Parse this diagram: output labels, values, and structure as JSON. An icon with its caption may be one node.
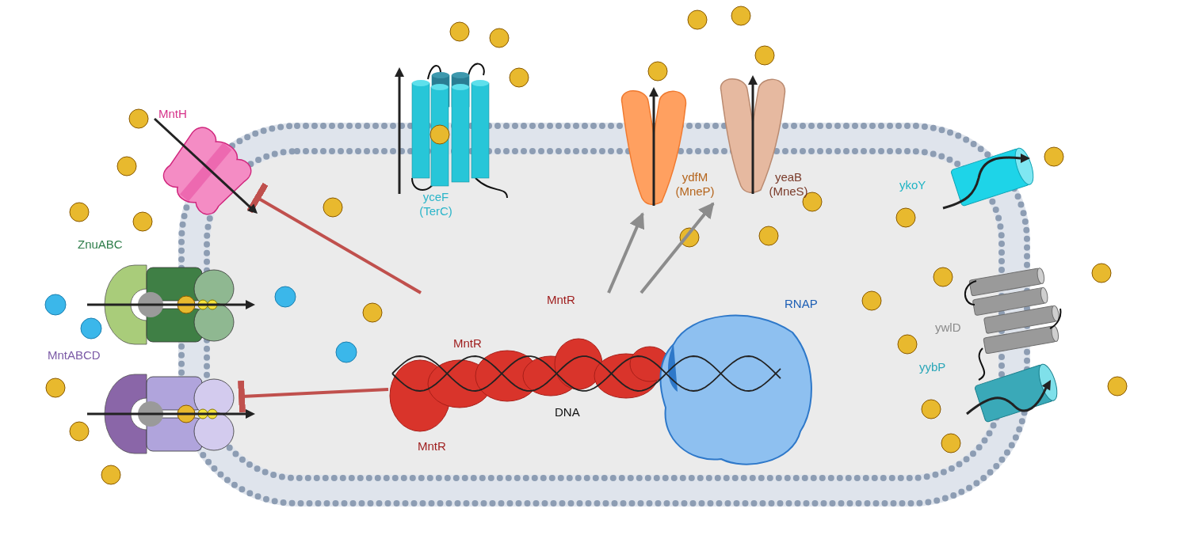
{
  "diagram": {
    "nodes": [
      {
        "text": [
          "MntH"
        ]
      },
      {
        "text": [
          "ZnuABC"
        ]
      },
      {
        "text": [
          "MntABCD"
        ]
      },
      {
        "text": [
          "yceF (TerC)"
        ]
      },
      {
        "text": [
          "ydfM (MneP)"
        ]
      },
      {
        "text": [
          "yeaB (MneS)"
        ]
      },
      {
        "text": [
          "ykoY"
        ]
      },
      {
        "text": [
          "ywlD"
        ]
      },
      {
        "text": [
          "yybP"
        ]
      },
      {
        "text": [
          "MntR",
          "MntR",
          "MntR"
        ]
      },
      {
        "text": [
          "DNA"
        ]
      },
      {
        "text": [
          "RNAP"
        ]
      }
    ],
    "edges": [
      {
        "from": 9,
        "to": 0,
        "arrow": "other",
        "color": "#c0504d"
      },
      {
        "from": 9,
        "to": 2,
        "arrow": "other",
        "color": "#c0504d"
      },
      {
        "from": 9,
        "to": 4,
        "arrow": "to",
        "color": "#8c8c8c"
      },
      {
        "from": 9,
        "to": 5,
        "arrow": "to",
        "color": "#8c8c8c"
      }
    ]
  }
}
